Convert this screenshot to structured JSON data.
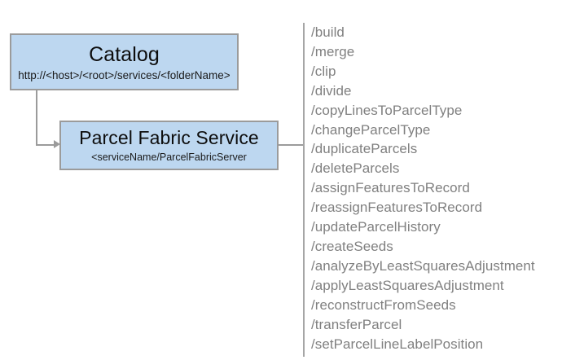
{
  "diagram": {
    "type": "service-endpoint-diagram",
    "background_color": "#ffffff",
    "node_fill_color": "#bdd7f0",
    "node_border_color": "#9b9b9b",
    "connector_color": "#9b9b9b",
    "list_text_color": "#808080",
    "divider_color": "#a6a6a6"
  },
  "nodes": {
    "catalog": {
      "title": "Catalog",
      "subtitle": "http://<host>/<root>/services/<folderName>"
    },
    "service": {
      "title": "Parcel Fabric Service",
      "subtitle": "<serviceName/ParcelFabricServer"
    }
  },
  "connectors": {
    "catalog_to_service": "elbow-arrow-right",
    "service_to_operations": "stub-line"
  },
  "operations": [
    "/build",
    "/merge",
    "/clip",
    "/divide",
    "/copyLinesToParcelType",
    "/changeParcelType",
    "/duplicateParcels",
    "/deleteParcels",
    "/assignFeaturesToRecord",
    "/reassignFeaturesToRecord",
    "/updateParcelHistory",
    "/createSeeds",
    "/analyzeByLeastSquaresAdjustment",
    "/applyLeastSquaresAdjustment",
    "/reconstructFromSeeds",
    "/transferParcel",
    "/setParcelLineLabelPosition"
  ]
}
